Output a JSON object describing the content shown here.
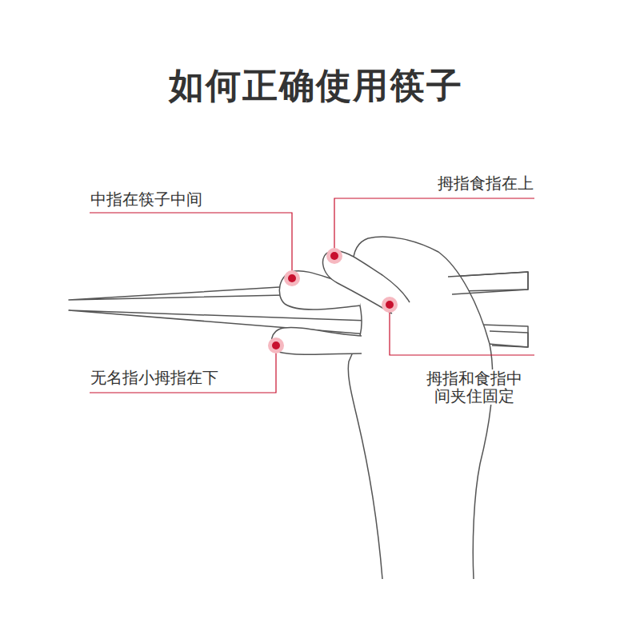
{
  "diagram": {
    "title": "如何正确使用筷子",
    "labels": [
      "中指在筷子中间",
      "拇指食指在上",
      "无名指小拇指在下",
      "拇指和食指中 间夹住固定"
    ]
  }
}
